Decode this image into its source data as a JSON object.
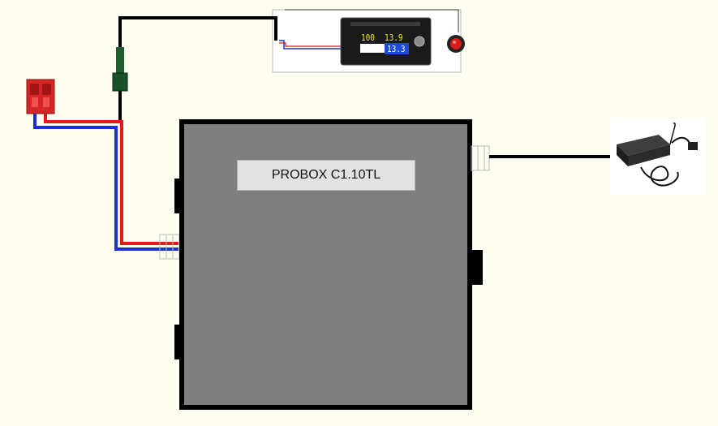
{
  "diagram": {
    "enclosure_label": "PROBOX C1.10TL",
    "battery_monitor": {
      "charge_percent_reading": "100",
      "voltage_reading": "13.9",
      "secondary_reading": "13.3"
    },
    "colors": {
      "background": "#fdfdf0",
      "enclosure_fill": "#7f7f7f",
      "enclosure_border": "#000000",
      "positive_wire": "#e01b1b",
      "negative_wire": "#1b2fd6",
      "signal_wire": "#000000",
      "connector": "#d42626",
      "fuse_holder": "#1f5c2e"
    }
  }
}
